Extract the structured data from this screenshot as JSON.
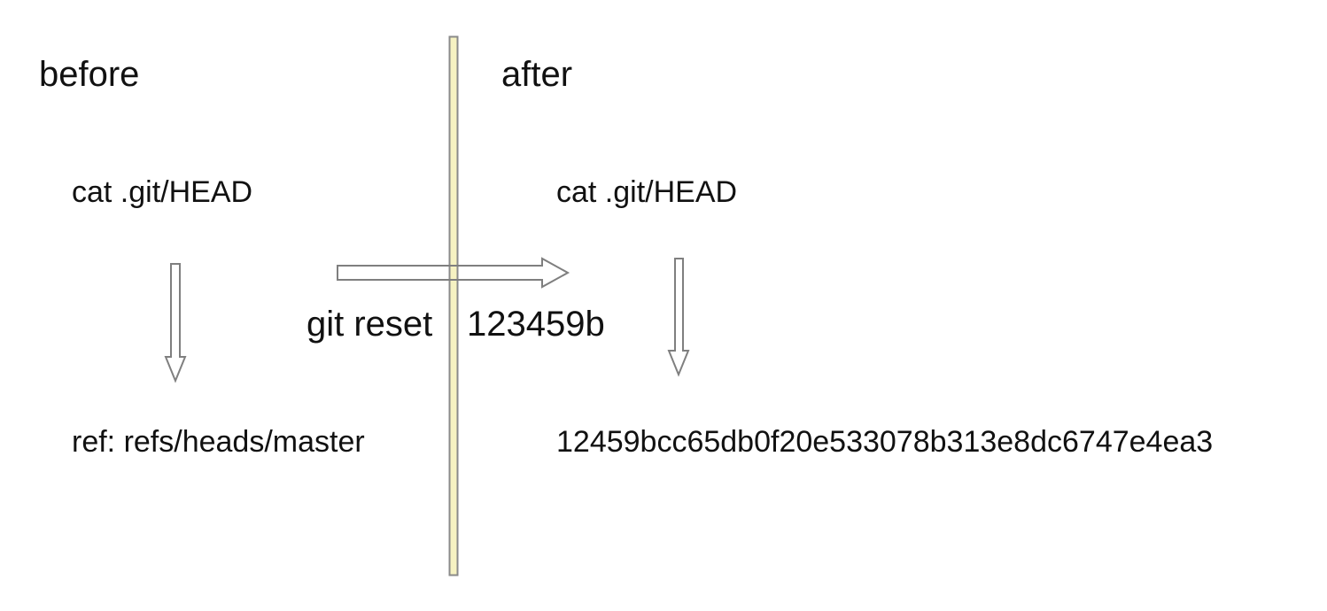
{
  "before": {
    "heading": "before",
    "command": "cat .git/HEAD",
    "output": "ref: refs/heads/master"
  },
  "after": {
    "heading": "after",
    "command": "cat .git/HEAD",
    "output": "12459bcc65db0f20e533078b313e8dc6747e4ea3"
  },
  "action": {
    "command": "git reset",
    "commit": "123459b"
  },
  "colors": {
    "divider_fill": "#f6f2c2",
    "divider_stroke": "#8a8a8a",
    "arrow_stroke": "#7f7f7f",
    "text": "#111111"
  }
}
